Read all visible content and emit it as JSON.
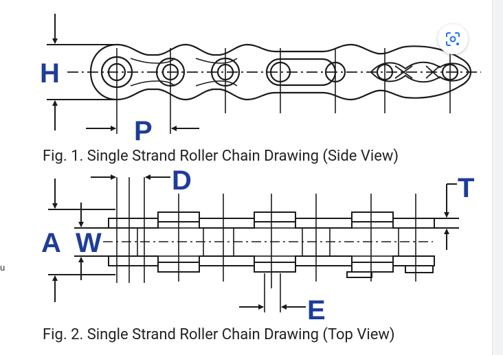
{
  "figure": {
    "side_view": {
      "caption": "Fig. 1. Single Strand Roller Chain Drawing (Side View)",
      "labels": {
        "h": "H",
        "p": "P"
      }
    },
    "top_view": {
      "caption": "Fig. 2. Single Strand Roller Chain Drawing (Top View)",
      "labels": {
        "a": "A",
        "w": "W",
        "d": "D",
        "t": "T",
        "e": "E"
      }
    },
    "colors": {
      "label": "#1e3d99",
      "line": "#1a1a1a",
      "caption": "#222222"
    }
  },
  "stray_text": "u",
  "lens_button": {
    "icon": "lens-icon"
  }
}
